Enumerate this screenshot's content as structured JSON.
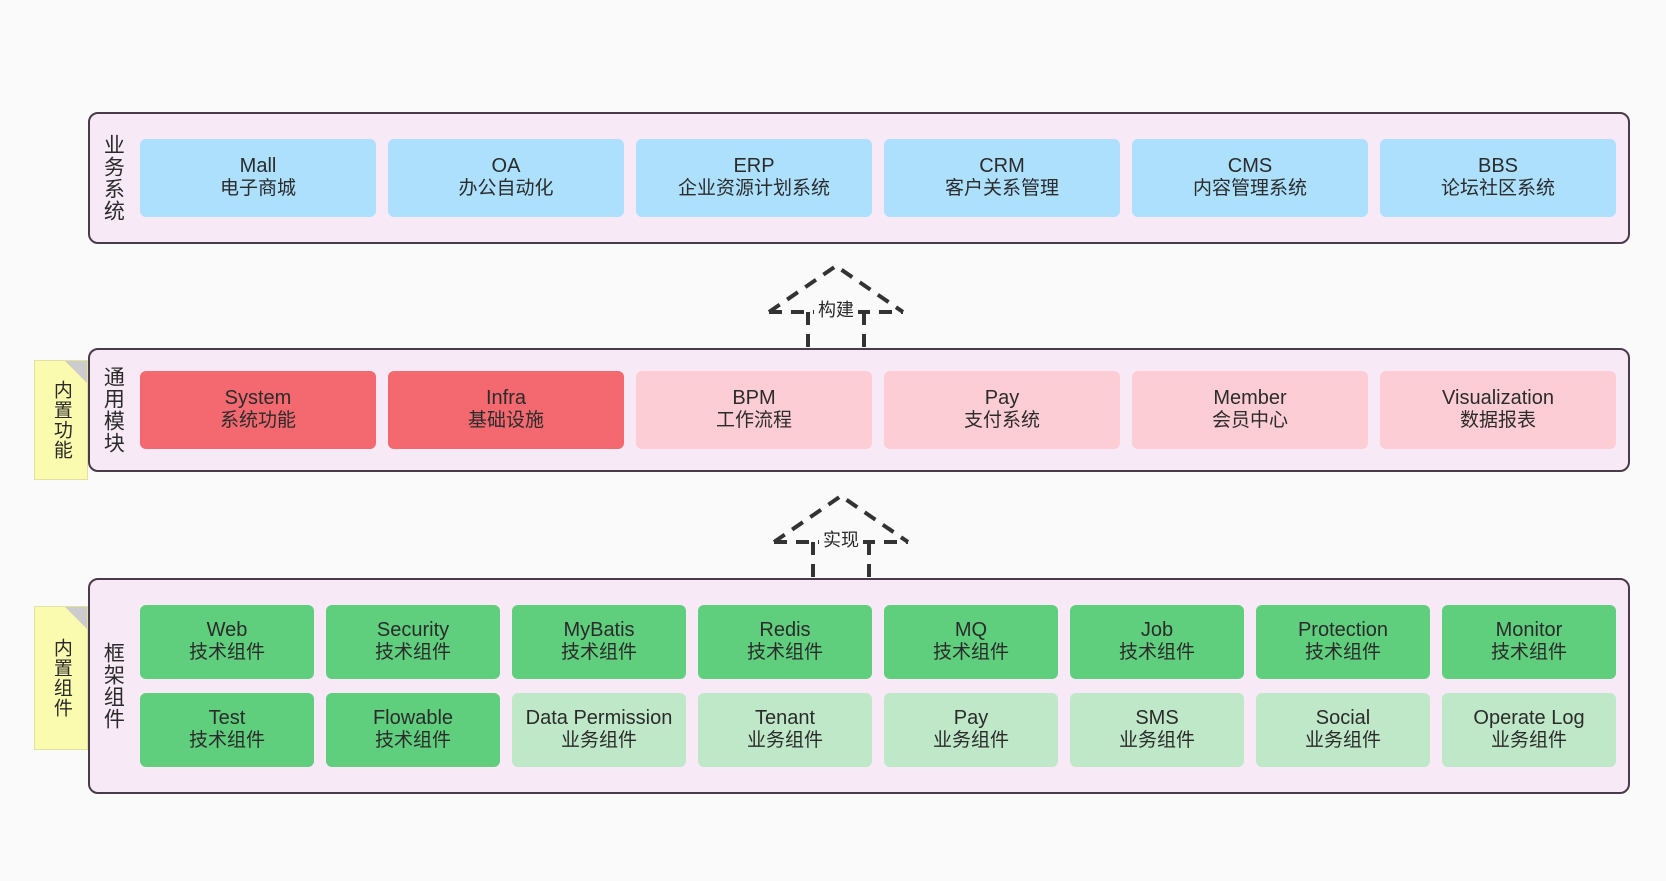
{
  "layers": [
    {
      "id": "business",
      "title": "业务系统",
      "note": null,
      "rows": [
        {
          "style": "c-blue",
          "items": [
            {
              "title": "Mall",
              "sub": "电子商城"
            },
            {
              "title": "OA",
              "sub": "办公自动化"
            },
            {
              "title": "ERP",
              "sub": "企业资源计划系统"
            },
            {
              "title": "CRM",
              "sub": "客户关系管理"
            },
            {
              "title": "CMS",
              "sub": "内容管理系统"
            },
            {
              "title": "BBS",
              "sub": "论坛社区系统"
            }
          ]
        }
      ]
    },
    {
      "id": "common",
      "title": "通用模块",
      "note": "内置功能",
      "rows": [
        {
          "style": "mixed",
          "items": [
            {
              "title": "System",
              "sub": "系统功能",
              "style": "c-red"
            },
            {
              "title": "Infra",
              "sub": "基础设施",
              "style": "c-red"
            },
            {
              "title": "BPM",
              "sub": "工作流程",
              "style": "c-pink"
            },
            {
              "title": "Pay",
              "sub": "支付系统",
              "style": "c-pink"
            },
            {
              "title": "Member",
              "sub": "会员中心",
              "style": "c-pink"
            },
            {
              "title": "Visualization",
              "sub": "数据报表",
              "style": "c-pink"
            }
          ]
        }
      ]
    },
    {
      "id": "framework",
      "title": "框架组件",
      "note": "内置组件",
      "rows": [
        {
          "style": "mixed",
          "items": [
            {
              "title": "Web",
              "sub": "技术组件",
              "style": "c-green"
            },
            {
              "title": "Security",
              "sub": "技术组件",
              "style": "c-green"
            },
            {
              "title": "MyBatis",
              "sub": "技术组件",
              "style": "c-green"
            },
            {
              "title": "Redis",
              "sub": "技术组件",
              "style": "c-green"
            },
            {
              "title": "MQ",
              "sub": "技术组件",
              "style": "c-green"
            },
            {
              "title": "Job",
              "sub": "技术组件",
              "style": "c-green"
            },
            {
              "title": "Protection",
              "sub": "技术组件",
              "style": "c-green"
            },
            {
              "title": "Monitor",
              "sub": "技术组件",
              "style": "c-green"
            }
          ]
        },
        {
          "style": "mixed",
          "items": [
            {
              "title": "Test",
              "sub": "技术组件",
              "style": "c-green"
            },
            {
              "title": "Flowable",
              "sub": "技术组件",
              "style": "c-green"
            },
            {
              "title": "Data Permission",
              "sub": "业务组件",
              "style": "c-greenlight"
            },
            {
              "title": "Tenant",
              "sub": "业务组件",
              "style": "c-greenlight"
            },
            {
              "title": "Pay",
              "sub": "业务组件",
              "style": "c-greenlight"
            },
            {
              "title": "SMS",
              "sub": "业务组件",
              "style": "c-greenlight"
            },
            {
              "title": "Social",
              "sub": "业务组件",
              "style": "c-greenlight"
            },
            {
              "title": "Operate Log",
              "sub": "业务组件",
              "style": "c-greenlight"
            }
          ]
        }
      ]
    }
  ],
  "connectors": [
    {
      "id": "build",
      "label": "构建"
    },
    {
      "id": "implement",
      "label": "实现"
    }
  ],
  "colors": {
    "canvas_background": "#fafafa",
    "layer_background": "#f7eaf6",
    "layer_border": "#4a3a4a",
    "business_node": "#ace0fd",
    "common_primary_node": "#f4686f",
    "common_secondary_node": "#fccdd4",
    "framework_tech_node": "#5fce7d",
    "framework_business_node": "#bfe8c8",
    "note_background": "#fbfbb0",
    "note_fold": "#cccccc",
    "connector_stroke": "#333333"
  }
}
